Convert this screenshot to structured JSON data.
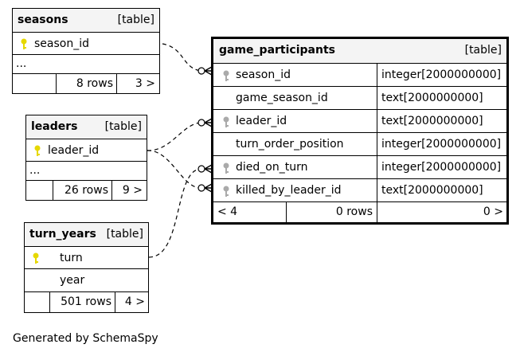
{
  "tables": {
    "seasons": {
      "name": "seasons",
      "tag": "[table]",
      "columns": [
        {
          "name": "season_id",
          "key": "primary"
        }
      ],
      "ellipsis": "...",
      "footer": {
        "rows": "8 rows",
        "children": "3 >"
      }
    },
    "leaders": {
      "name": "leaders",
      "tag": "[table]",
      "columns": [
        {
          "name": "leader_id",
          "key": "primary"
        }
      ],
      "ellipsis": "...",
      "footer": {
        "rows": "26 rows",
        "children": "9 >"
      }
    },
    "turn_years": {
      "name": "turn_years",
      "tag": "[table]",
      "columns": [
        {
          "name": "turn",
          "key": "primary"
        },
        {
          "name": "year",
          "key": ""
        }
      ],
      "footer": {
        "rows": "501 rows",
        "children": "4 >"
      }
    },
    "game_participants": {
      "name": "game_participants",
      "tag": "[table]",
      "columns": [
        {
          "name": "season_id",
          "type": "integer[2000000000]",
          "key": "foreign"
        },
        {
          "name": "game_season_id",
          "type": "text[2000000000]",
          "key": ""
        },
        {
          "name": "leader_id",
          "type": "text[2000000000]",
          "key": "foreign"
        },
        {
          "name": "turn_order_position",
          "type": "integer[2000000000]",
          "key": ""
        },
        {
          "name": "died_on_turn",
          "type": "integer[2000000000]",
          "key": "foreign"
        },
        {
          "name": "killed_by_leader_id",
          "type": "text[2000000000]",
          "key": "foreign"
        }
      ],
      "footer": {
        "parents": "< 4",
        "rows": "0 rows",
        "children": "0 >"
      }
    }
  },
  "colors": {
    "primary_key": "#e6d800",
    "foreign_key": "#aaaaaa",
    "header_bg": "#f4f4f4"
  },
  "footer_text": "Generated by SchemaSpy"
}
